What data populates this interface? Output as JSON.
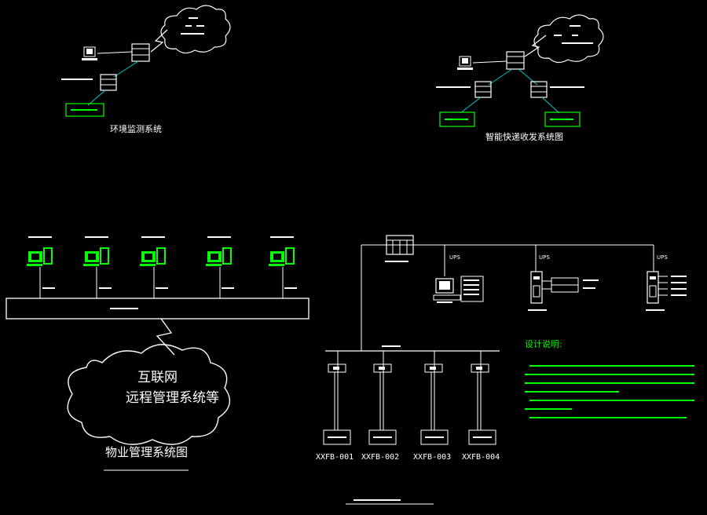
{
  "colors": {
    "background": "#000000",
    "line": "#ffffff",
    "cyan": "#00c8c8",
    "green": "#00ff00",
    "yellow": "#ffff00"
  },
  "env_monitor": {
    "caption": "环境监测系统"
  },
  "smart_delivery": {
    "caption": "智能快递收发系统图"
  },
  "property_mgmt": {
    "cloud_line1": "互联网",
    "cloud_line2": "远程管理系统等",
    "caption": "物业管理系统图"
  },
  "fire_system": {
    "ups1": "UPS",
    "ups2": "UPS",
    "ups3": "UPS",
    "cabinets": [
      "XXFB-001",
      "XXFB-002",
      "XXFB-003",
      "XXFB-004"
    ]
  },
  "design_notes": {
    "title": "设计说明:"
  }
}
